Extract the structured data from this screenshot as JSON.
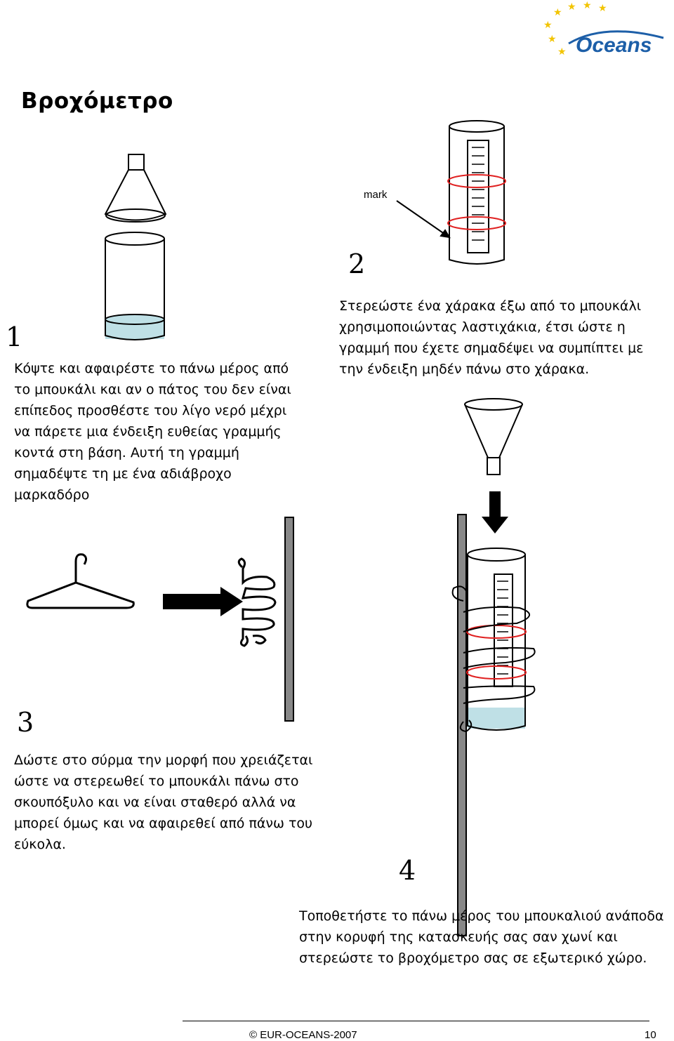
{
  "logo": {
    "text": "Oceans",
    "stars_color": "#f2c400",
    "brand_color": "#1d5fa8"
  },
  "title": "Βροχόμετρο",
  "steps": [
    {
      "number": "1",
      "text": "Κόψτε και αφαιρέστε το πάνω μέρος από το μπουκάλι και αν ο πάτος του δεν είναι επίπεδος προσθέστε του λίγο νερό μέχρι να πάρετε μια ένδειξη ευθείας γραμμής κοντά στη βάση. Αυτή τη γραμμή σημαδέψτε τη με ένα αδιάβροχο μαρκαδόρο"
    },
    {
      "number": "2",
      "text": "Στερεώστε ένα χάρακα έξω από το μπουκάλι χρησιμοποιώντας λαστιχάκια, έτσι ώστε η γραμμή που έχετε σημαδέψει να συμπίπτει με την ένδειξη μηδέν πάνω στο χάρακα."
    },
    {
      "number": "3",
      "text": "Δώστε στο σύρμα την μορφή που χρειάζεται ώστε να στερεωθεί το μπουκάλι πάνω στο σκουπόξυλο και να είναι σταθερό αλλά να μπορεί όμως και να αφαιρεθεί από πάνω του εύκολα."
    },
    {
      "number": "4",
      "text": "Τοποθετήστε το πάνω μέρος του μπουκαλιού ανάποδα στην κορυφή της κατασκευής σας σαν χωνί και στερεώστε το βροχόμετρο σας σε εξωτερικό χώρο."
    }
  ],
  "diagram_label_mark": "mark",
  "colors": {
    "water": "#bfe0e6",
    "band": "#e02020"
  },
  "footer": {
    "copyright": "© EUR-OCEANS-2007",
    "page": "10"
  }
}
